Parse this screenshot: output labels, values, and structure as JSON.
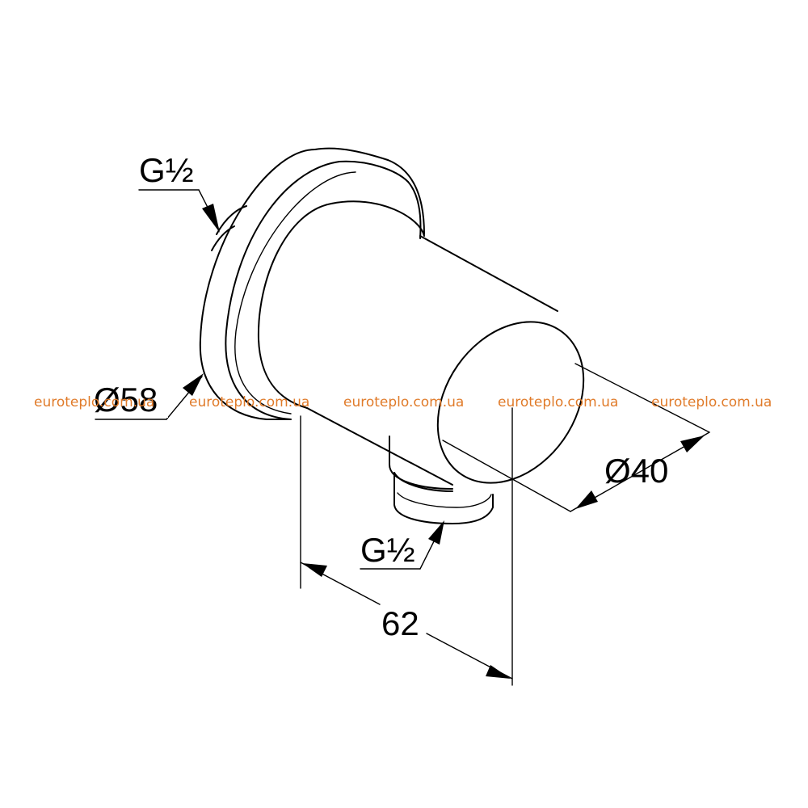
{
  "drawing": {
    "labels": {
      "thread_top": "G½",
      "flange_diameter": "Ø58",
      "body_diameter": "Ø40",
      "thread_outlet": "G½",
      "depth": "62"
    },
    "watermark": {
      "text": "euroteplo.com.ua",
      "color": "#e07b2a",
      "repeat": 5
    }
  }
}
